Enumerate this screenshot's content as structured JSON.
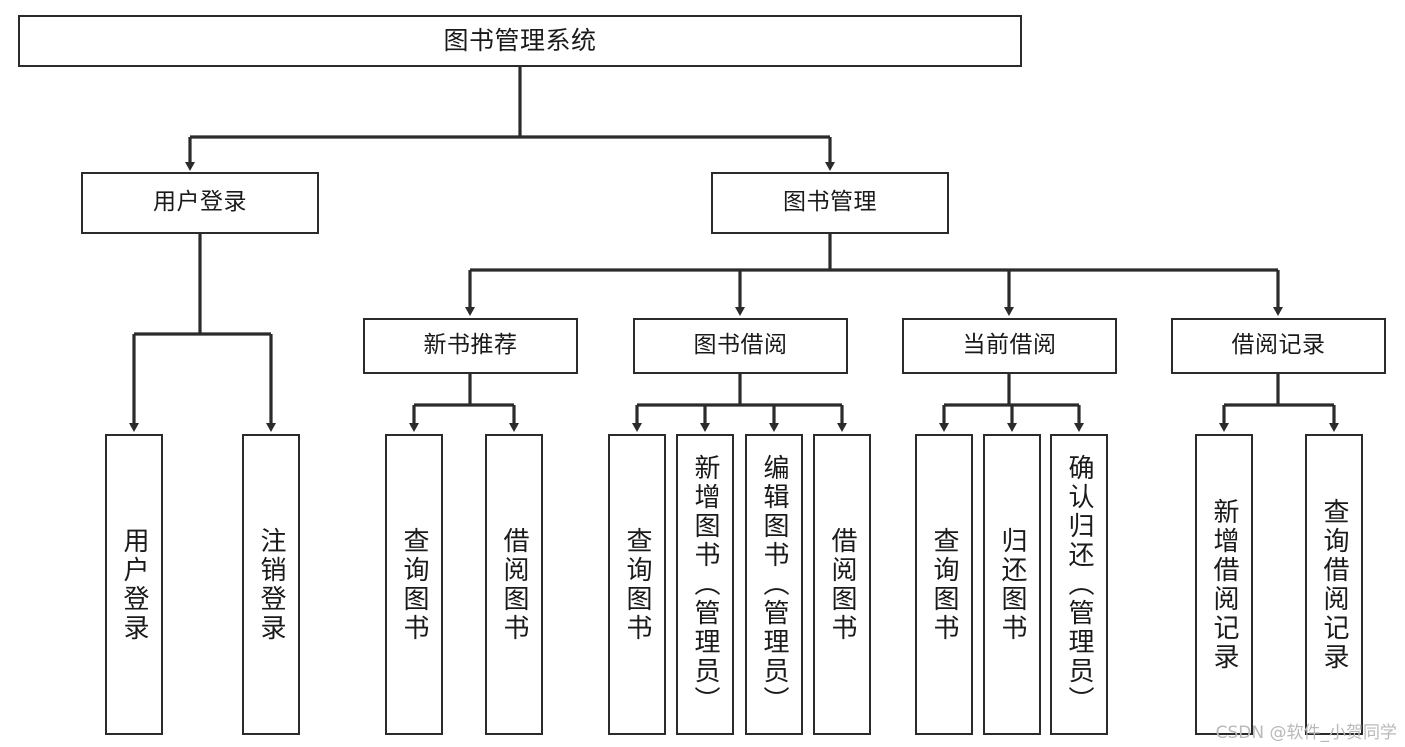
{
  "diagram": {
    "title": "图书管理系统",
    "watermark": "CSDN @软件_小贺同学",
    "colors": {
      "stroke": "#2b2b2b",
      "fill": "#ffffff",
      "text": "#1a1a1a",
      "watermark": "#b9b9b9"
    },
    "root": {
      "label": "图书管理系统"
    },
    "level1": [
      {
        "label": "用户登录"
      },
      {
        "label": "图书管理"
      }
    ],
    "level2": [
      {
        "label": "新书推荐"
      },
      {
        "label": "图书借阅"
      },
      {
        "label": "当前借阅"
      },
      {
        "label": "借阅记录"
      }
    ],
    "leaves": {
      "user_login": [
        {
          "label": "用户登录"
        },
        {
          "label": "注销登录"
        }
      ],
      "new_book_recommend": [
        {
          "label": "查询图书"
        },
        {
          "label": "借阅图书"
        }
      ],
      "book_borrow": [
        {
          "label": "查询图书"
        },
        {
          "label": "新增图书（管理员）"
        },
        {
          "label": "编辑图书（管理员）"
        },
        {
          "label": "借阅图书"
        }
      ],
      "current_borrow": [
        {
          "label": "查询图书"
        },
        {
          "label": "归还图书"
        },
        {
          "label": "确认归还（管理员）"
        }
      ],
      "borrow_record": [
        {
          "label": "新增借阅记录"
        },
        {
          "label": "查询借阅记录"
        }
      ]
    }
  }
}
